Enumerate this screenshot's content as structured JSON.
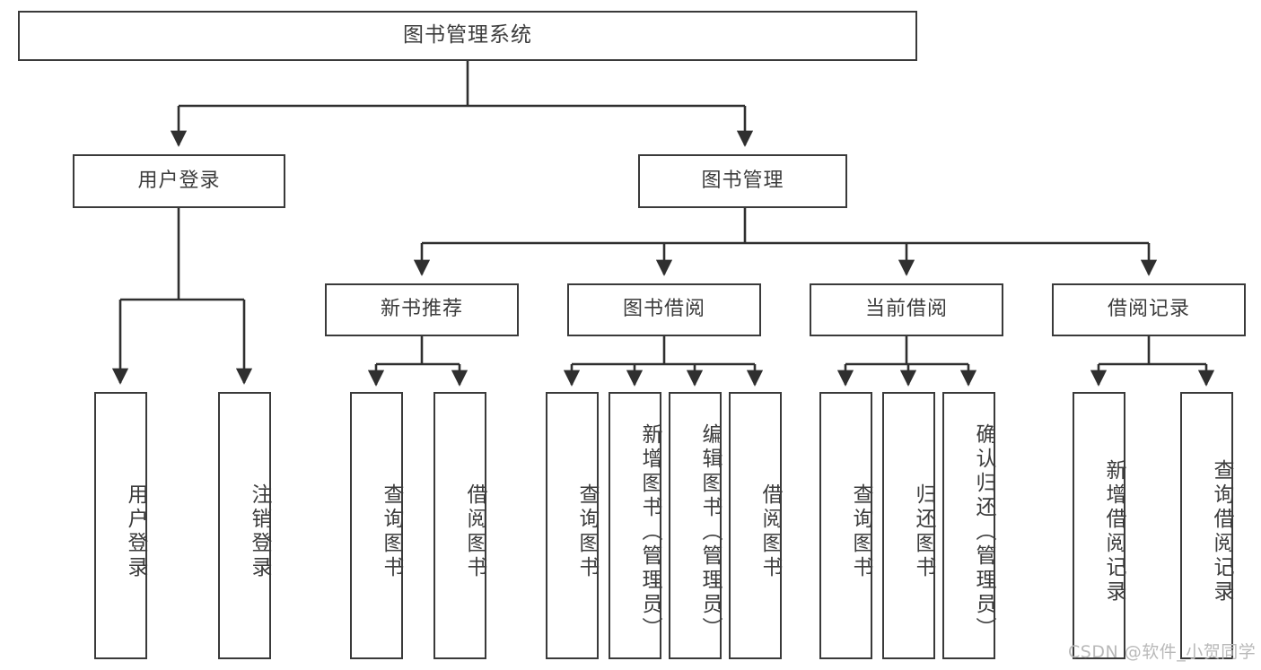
{
  "diagram": {
    "title_node": {
      "label": "图书管理系统"
    },
    "level2": [
      {
        "id": "user-login",
        "label": "用户登录"
      },
      {
        "id": "book-manage",
        "label": "图书管理"
      }
    ],
    "level3": [
      {
        "id": "new-book-recommend",
        "label": "新书推荐"
      },
      {
        "id": "book-borrow",
        "label": "图书借阅"
      },
      {
        "id": "current-borrow",
        "label": "当前借阅"
      },
      {
        "id": "borrow-record",
        "label": "借阅记录"
      }
    ],
    "leaves": {
      "user_login": [
        {
          "id": "leaf-user-login",
          "label": "用户登录"
        },
        {
          "id": "leaf-logout-login",
          "label": "注销登录"
        }
      ],
      "new_book_recommend": [
        {
          "id": "leaf-query-book-1",
          "label": "查询图书"
        },
        {
          "id": "leaf-borrow-book-1",
          "label": "借阅图书"
        }
      ],
      "book_borrow": [
        {
          "id": "leaf-query-book-2",
          "label": "查询图书"
        },
        {
          "id": "leaf-add-book-admin",
          "label": "新增图书（管理员）"
        },
        {
          "id": "leaf-edit-book-admin",
          "label": "编辑图书（管理员）"
        },
        {
          "id": "leaf-borrow-book-2",
          "label": "借阅图书"
        }
      ],
      "current_borrow": [
        {
          "id": "leaf-query-book-3",
          "label": "查询图书"
        },
        {
          "id": "leaf-return-book",
          "label": "归还图书"
        },
        {
          "id": "leaf-confirm-return-admin",
          "label": "确认归还（管理员）"
        }
      ],
      "borrow_record": [
        {
          "id": "leaf-add-borrow-record",
          "label": "新增借阅记录"
        },
        {
          "id": "leaf-query-borrow-record",
          "label": "查询借阅记录"
        }
      ]
    }
  },
  "watermark": {
    "text": "CSDN @软件_小贺同学"
  },
  "colors": {
    "box_border": "#3a3a3a",
    "text": "#3c3c3c",
    "connector": "#2f2f2f",
    "background": "#ffffff",
    "watermark": "#b9b9b9"
  }
}
